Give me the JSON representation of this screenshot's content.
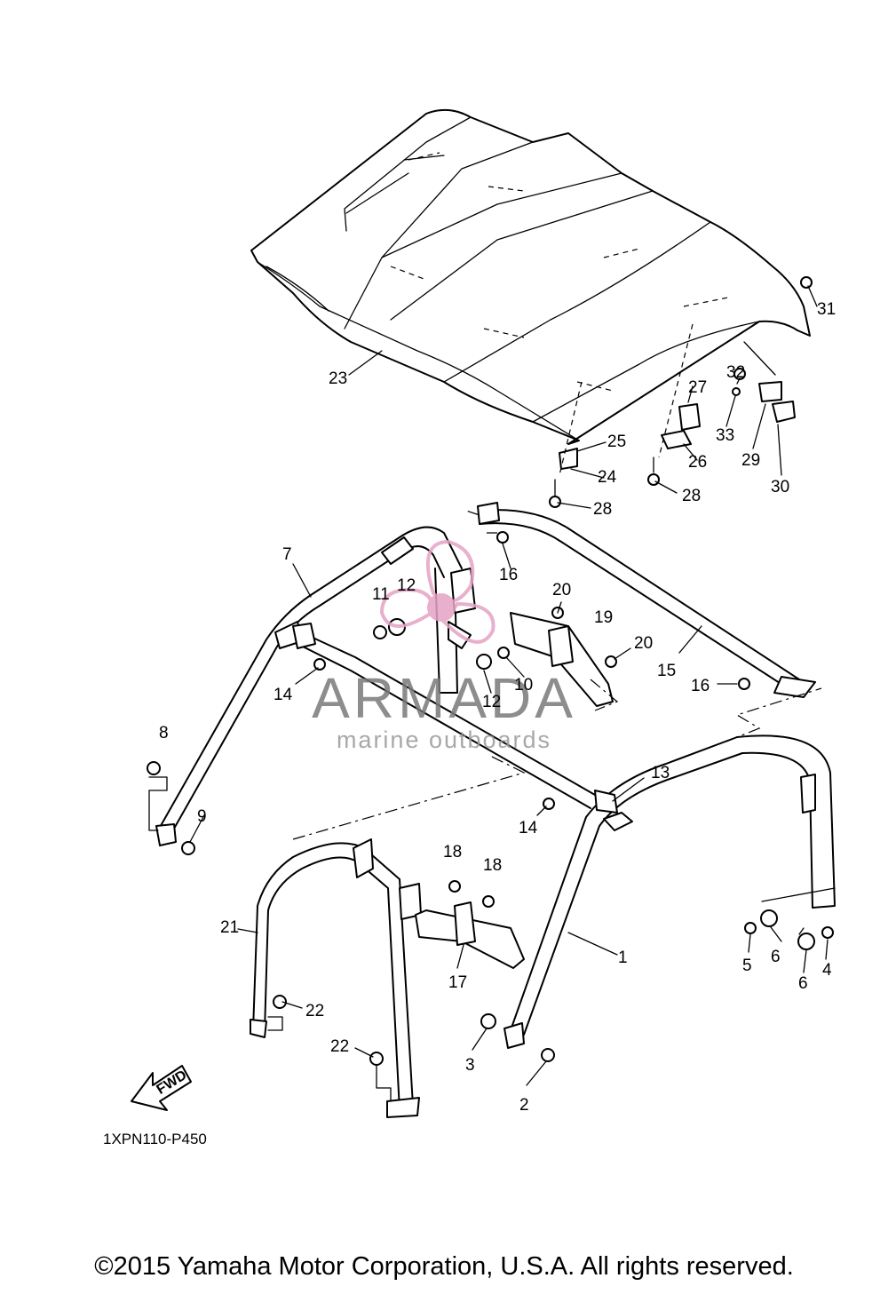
{
  "diagram": {
    "code": "1XPN110-P450",
    "fwd_label": "FWD",
    "copyright": "©2015 Yamaha Motor Corporation, U.S.A. All rights reserved.",
    "watermark": {
      "brand": "ARMADA",
      "tagline": "marine outboards",
      "color": "#e4a3c4"
    },
    "callouts": [
      {
        "id": "c1",
        "text": "1"
      },
      {
        "id": "c2",
        "text": "2"
      },
      {
        "id": "c3",
        "text": "3"
      },
      {
        "id": "c4",
        "text": "4"
      },
      {
        "id": "c5",
        "text": "5"
      },
      {
        "id": "c6a",
        "text": "6"
      },
      {
        "id": "c6b",
        "text": "6"
      },
      {
        "id": "c7",
        "text": "7"
      },
      {
        "id": "c8",
        "text": "8"
      },
      {
        "id": "c9",
        "text": "9"
      },
      {
        "id": "c10",
        "text": "10"
      },
      {
        "id": "c11",
        "text": "11"
      },
      {
        "id": "c12a",
        "text": "12"
      },
      {
        "id": "c12b",
        "text": "12"
      },
      {
        "id": "c13",
        "text": "13"
      },
      {
        "id": "c14a",
        "text": "14"
      },
      {
        "id": "c14b",
        "text": "14"
      },
      {
        "id": "c15",
        "text": "15"
      },
      {
        "id": "c16a",
        "text": "16"
      },
      {
        "id": "c16b",
        "text": "16"
      },
      {
        "id": "c17",
        "text": "17"
      },
      {
        "id": "c18a",
        "text": "18"
      },
      {
        "id": "c18b",
        "text": "18"
      },
      {
        "id": "c19",
        "text": "19"
      },
      {
        "id": "c20a",
        "text": "20"
      },
      {
        "id": "c20b",
        "text": "20"
      },
      {
        "id": "c21",
        "text": "21"
      },
      {
        "id": "c22a",
        "text": "22"
      },
      {
        "id": "c22b",
        "text": "22"
      },
      {
        "id": "c23",
        "text": "23"
      },
      {
        "id": "c24",
        "text": "24"
      },
      {
        "id": "c25",
        "text": "25"
      },
      {
        "id": "c26",
        "text": "26"
      },
      {
        "id": "c27",
        "text": "27"
      },
      {
        "id": "c28a",
        "text": "28"
      },
      {
        "id": "c28b",
        "text": "28"
      },
      {
        "id": "c29",
        "text": "29"
      },
      {
        "id": "c30",
        "text": "30"
      },
      {
        "id": "c31",
        "text": "31"
      },
      {
        "id": "c32",
        "text": "32"
      },
      {
        "id": "c33",
        "text": "33"
      }
    ]
  }
}
